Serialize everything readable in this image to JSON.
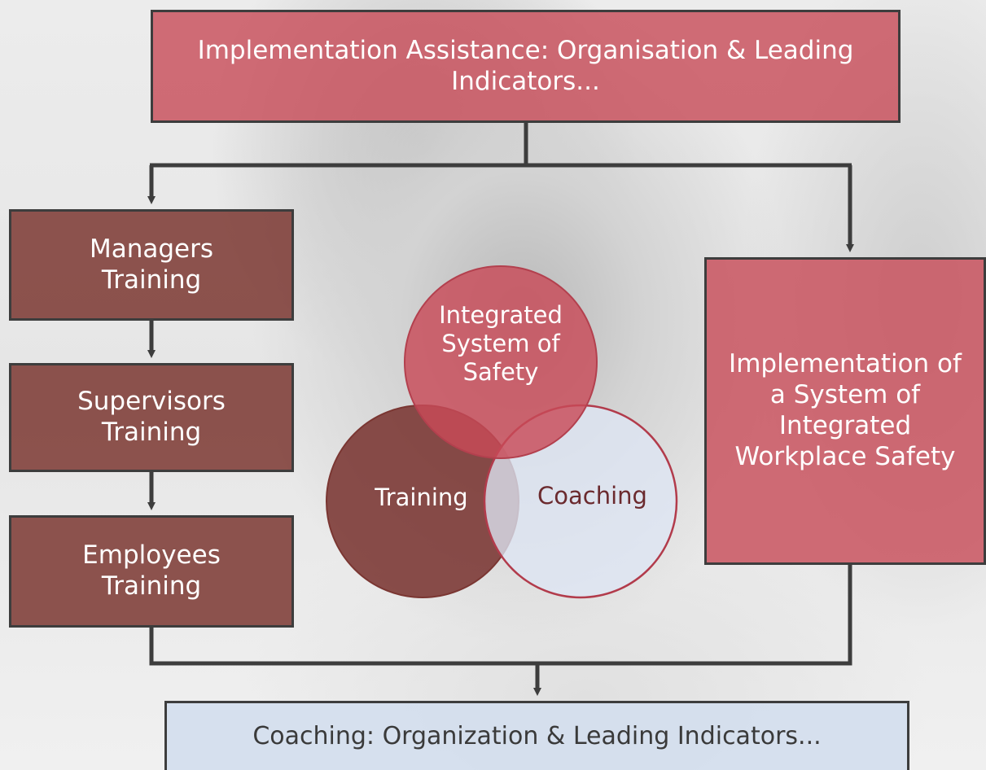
{
  "colors": {
    "red_box": "#c84e5a",
    "dark_box": "#7e3c37",
    "light_box": "#d4deee",
    "connector": "#3d3d3d"
  },
  "boxes": {
    "top": "Implementation Assistance: Organisation & Leading\nIndicators...",
    "managers": "Managers\nTraining",
    "supervisors": "Supervisors\nTraining",
    "employees": "Employees\nTraining",
    "right": "Implementation of\na System of\nIntegrated\nWorkplace Safety",
    "bottom": "Coaching: Organization & Leading Indicators..."
  },
  "venn": {
    "top": "Integrated\nSystem of\nSafety",
    "left": "Training",
    "right": "Coaching"
  }
}
